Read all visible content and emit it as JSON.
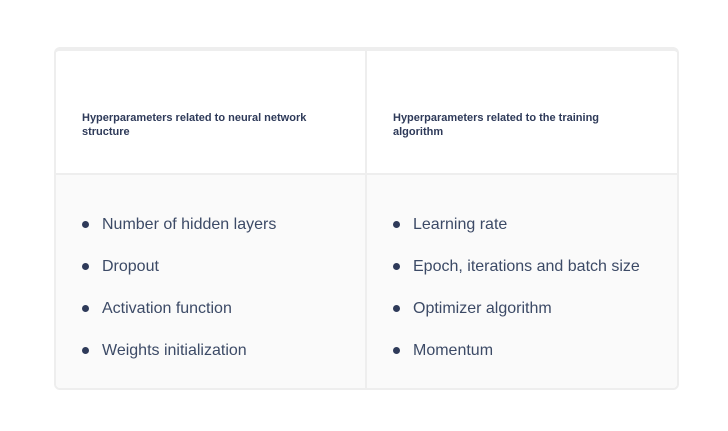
{
  "table": {
    "columns": [
      {
        "header": "Hyperparameters related to neural network structure",
        "items": [
          "Number of hidden layers",
          "Dropout",
          "Activation function",
          "Weights initialization"
        ]
      },
      {
        "header": "Hyperparameters related to the training algorithm",
        "items": [
          "Learning rate",
          "Epoch, iterations and batch size",
          "Optimizer algorithm",
          "Momentum"
        ]
      }
    ]
  },
  "colors": {
    "heading_text": "#2e3a59",
    "body_text": "#3c4a66",
    "border": "#eeeeee",
    "body_background": "#fafafa"
  }
}
